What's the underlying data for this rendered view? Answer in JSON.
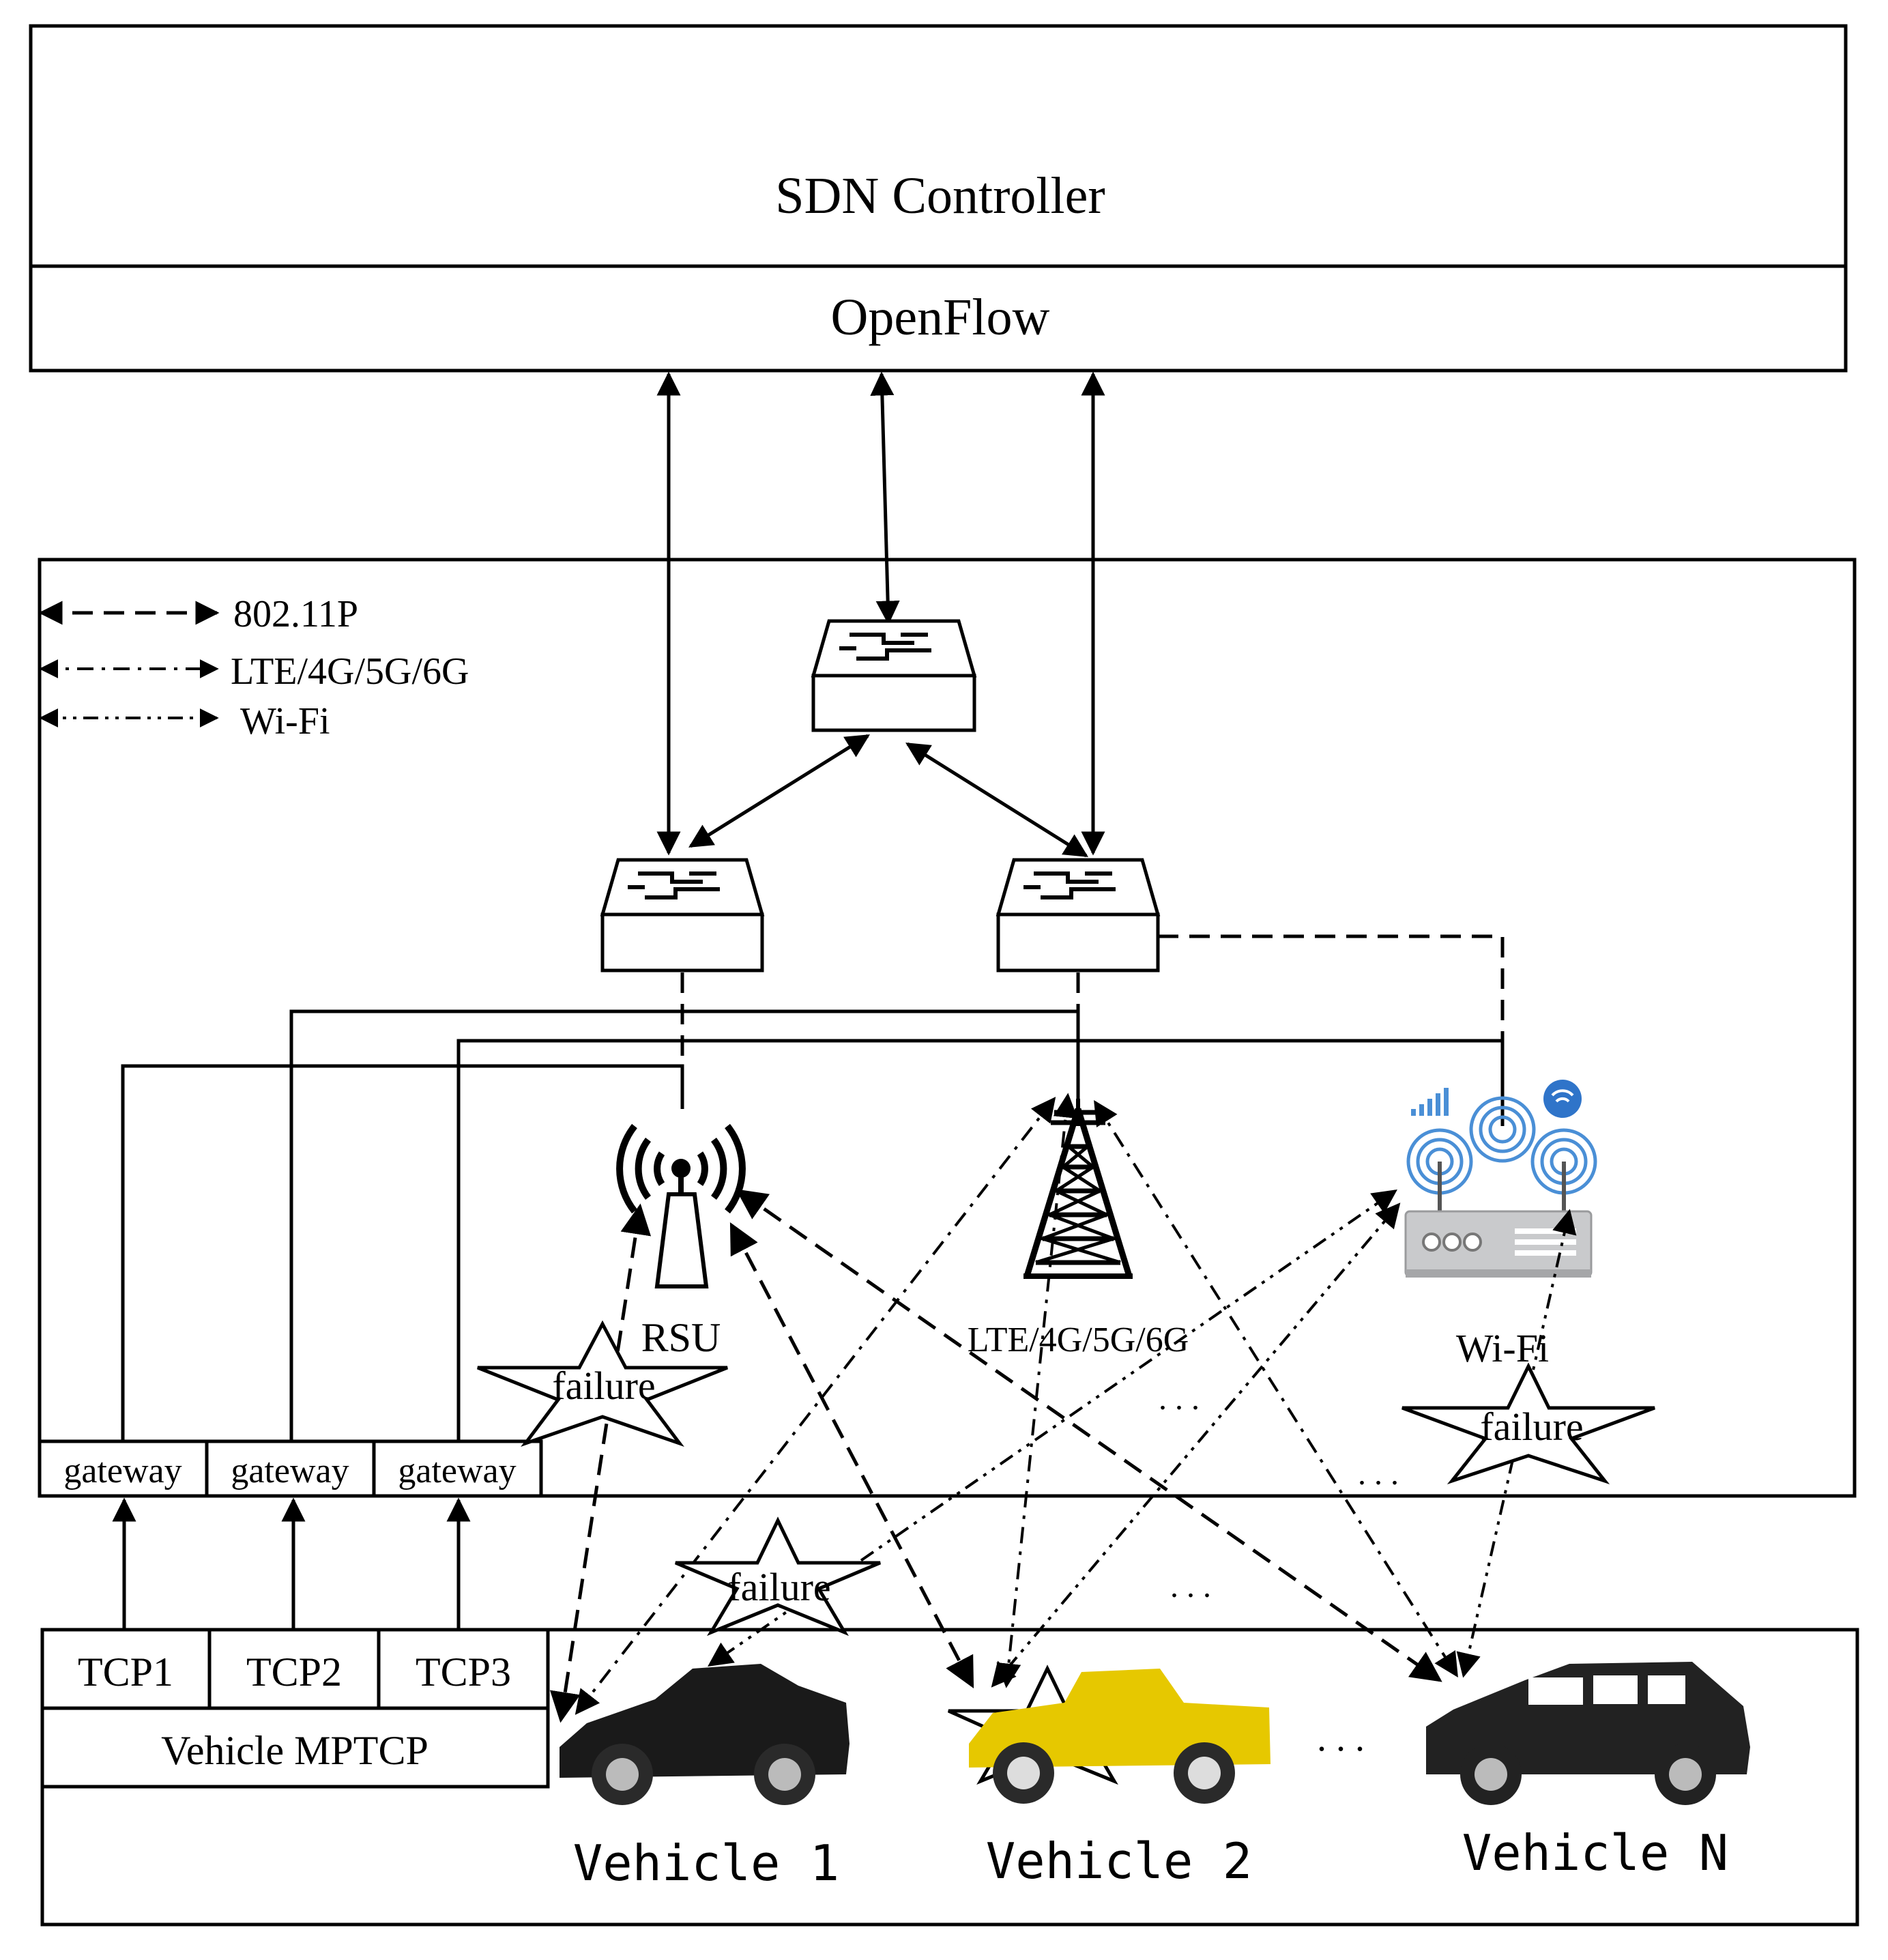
{
  "controller": {
    "title": "SDN Controller",
    "protocol": "OpenFlow"
  },
  "legend": [
    {
      "label": "802.11P",
      "style": "dashed"
    },
    {
      "label": "LTE/4G/5G/6G",
      "style": "dash-dot"
    },
    {
      "label": "Wi-Fi",
      "style": "dash-dot-dot"
    }
  ],
  "access_nodes": {
    "rsu": "RSU",
    "cellular": "LTE/4G/5G/6G",
    "wifi": "Wi-Fi"
  },
  "gateways": [
    "gateway",
    "gateway",
    "gateway"
  ],
  "tcp_subflows": [
    "TCP1",
    "TCP2",
    "TCP3"
  ],
  "mptcp_label": "Vehicle MPTCP",
  "vehicles": [
    "Vehicle 1",
    "Vehicle 2",
    "Vehicle N"
  ],
  "failure_label": "failure",
  "ellipsis": ". . .",
  "colors": {
    "vehicle1": "#1a1a1a",
    "vehicle2": "#e6c800",
    "vehicleN": "#222222",
    "wifi_rings": "#4a8fd6",
    "wifi_badge": "#2f74c9"
  }
}
